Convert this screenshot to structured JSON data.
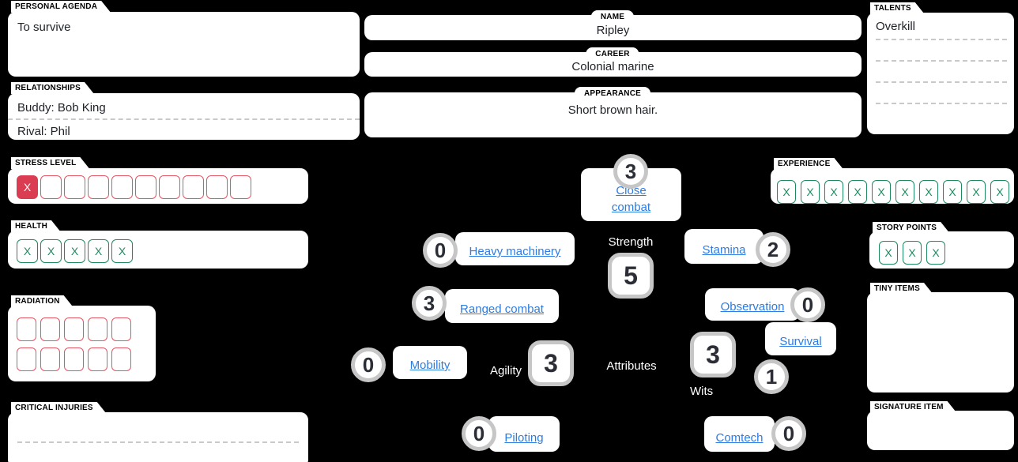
{
  "labels": {
    "personal_agenda": "PERSONAL AGENDA",
    "relationships": "RELATIONSHIPS",
    "name": "NAME",
    "career": "CAREER",
    "appearance": "APPEARANCE",
    "talents": "TALENTS",
    "stress_level": "STRESS LEVEL",
    "health": "HEALTH",
    "radiation": "RADIATION",
    "critical_injuries": "CRITICAL INJURIES",
    "experience": "EXPERIENCE",
    "story_points": "STORY POINTS",
    "tiny_items": "TINY ITEMS",
    "signature_item": "SIGNATURE ITEM"
  },
  "character": {
    "personal_agenda": "To survive",
    "name": "Ripley",
    "career": "Colonial marine",
    "appearance": "Short brown hair."
  },
  "relationships": [
    "Buddy: Bob King",
    "Rival: Phil"
  ],
  "talents": [
    "Overkill"
  ],
  "trackers": {
    "stress": {
      "boxes": 10,
      "marked": 1,
      "variant": "red-filled",
      "mark": "X"
    },
    "health": {
      "boxes": 5,
      "marked": 5,
      "variant": "green",
      "mark": "X"
    },
    "radiation": {
      "boxes": 10,
      "marked": 0,
      "variant": "red",
      "mark": "X"
    },
    "experience": {
      "boxes": 10,
      "marked": 10,
      "variant": "green",
      "mark": "X"
    },
    "story_points": {
      "boxes": 3,
      "marked": 3,
      "variant": "green",
      "mark": "X"
    }
  },
  "attributes": {
    "group_label": "Attributes",
    "strength": {
      "label": "Strength",
      "value": "5"
    },
    "agility": {
      "label": "Agility",
      "value": "3"
    },
    "wits": {
      "label": "Wits",
      "value": "3"
    }
  },
  "skills": {
    "close_combat": {
      "label": "Close combat",
      "value": "3"
    },
    "heavy_machinery": {
      "label": "Heavy machinery",
      "value": "0"
    },
    "ranged_combat": {
      "label": "Ranged combat",
      "value": "3"
    },
    "mobility": {
      "label": "Mobility",
      "value": "0"
    },
    "piloting": {
      "label": "Piloting",
      "value": "0"
    },
    "stamina": {
      "label": "Stamina",
      "value": "2"
    },
    "observation": {
      "label": "Observation",
      "value": "0"
    },
    "survival": {
      "label": "Survival",
      "value": "1"
    },
    "comtech": {
      "label": "Comtech",
      "value": "0"
    }
  },
  "colors": {
    "background": "#000000",
    "panel": "#ffffff",
    "stress_red": "#da3c52",
    "success_green": "#1d8a5f",
    "link_blue": "#2d7ce4",
    "value_ring_gray": "#c6c6c6"
  }
}
